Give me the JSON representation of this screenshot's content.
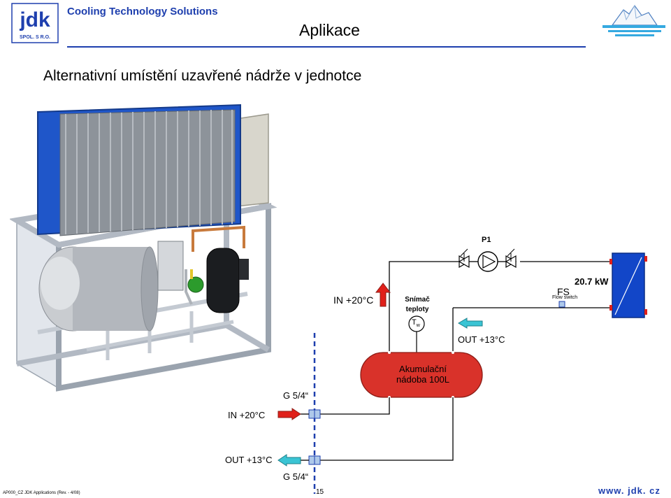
{
  "header": {
    "logo_text": "jdk",
    "logo_subtext": "SPOL. S R.O.",
    "brand": "Cooling Technology Solutions",
    "title": "Aplikace"
  },
  "slide": {
    "title": "Alternativní umístění uzavřené nádrže v jednotce"
  },
  "diagram": {
    "pump_label": "P1",
    "inlet_top_label": "IN +20°C",
    "sensor_label_line1": "Snímač",
    "sensor_label_line2": "teploty",
    "sensor_symbol": "T",
    "sensor_subscript": "w",
    "flow_switch_label": "FS",
    "flow_switch_caption": "Flow switch",
    "power_label": "20.7 kW",
    "outlet_top_label": "OUT +13°C",
    "tank_label_line1": "Akumulační",
    "tank_label_line2": "nádoba 100L",
    "connection_top_label": "G 5/4“",
    "inlet_bottom_label": "IN +20°C",
    "outlet_bottom_label": "OUT +13°C",
    "connection_bottom_label": "G 5/4“"
  },
  "footer": {
    "doc_ref": "AP000_CZ JDK Applications (Rev. - 4/08)",
    "page_number": "15",
    "website": "www. jdk. cz"
  },
  "colors": {
    "brand_blue": "#1e3fae",
    "tank_red": "#d9322a",
    "heat_exchanger_blue": "#1246c8",
    "arrow_red": "#e0201a",
    "arrow_cyan": "#3ac4d4"
  }
}
